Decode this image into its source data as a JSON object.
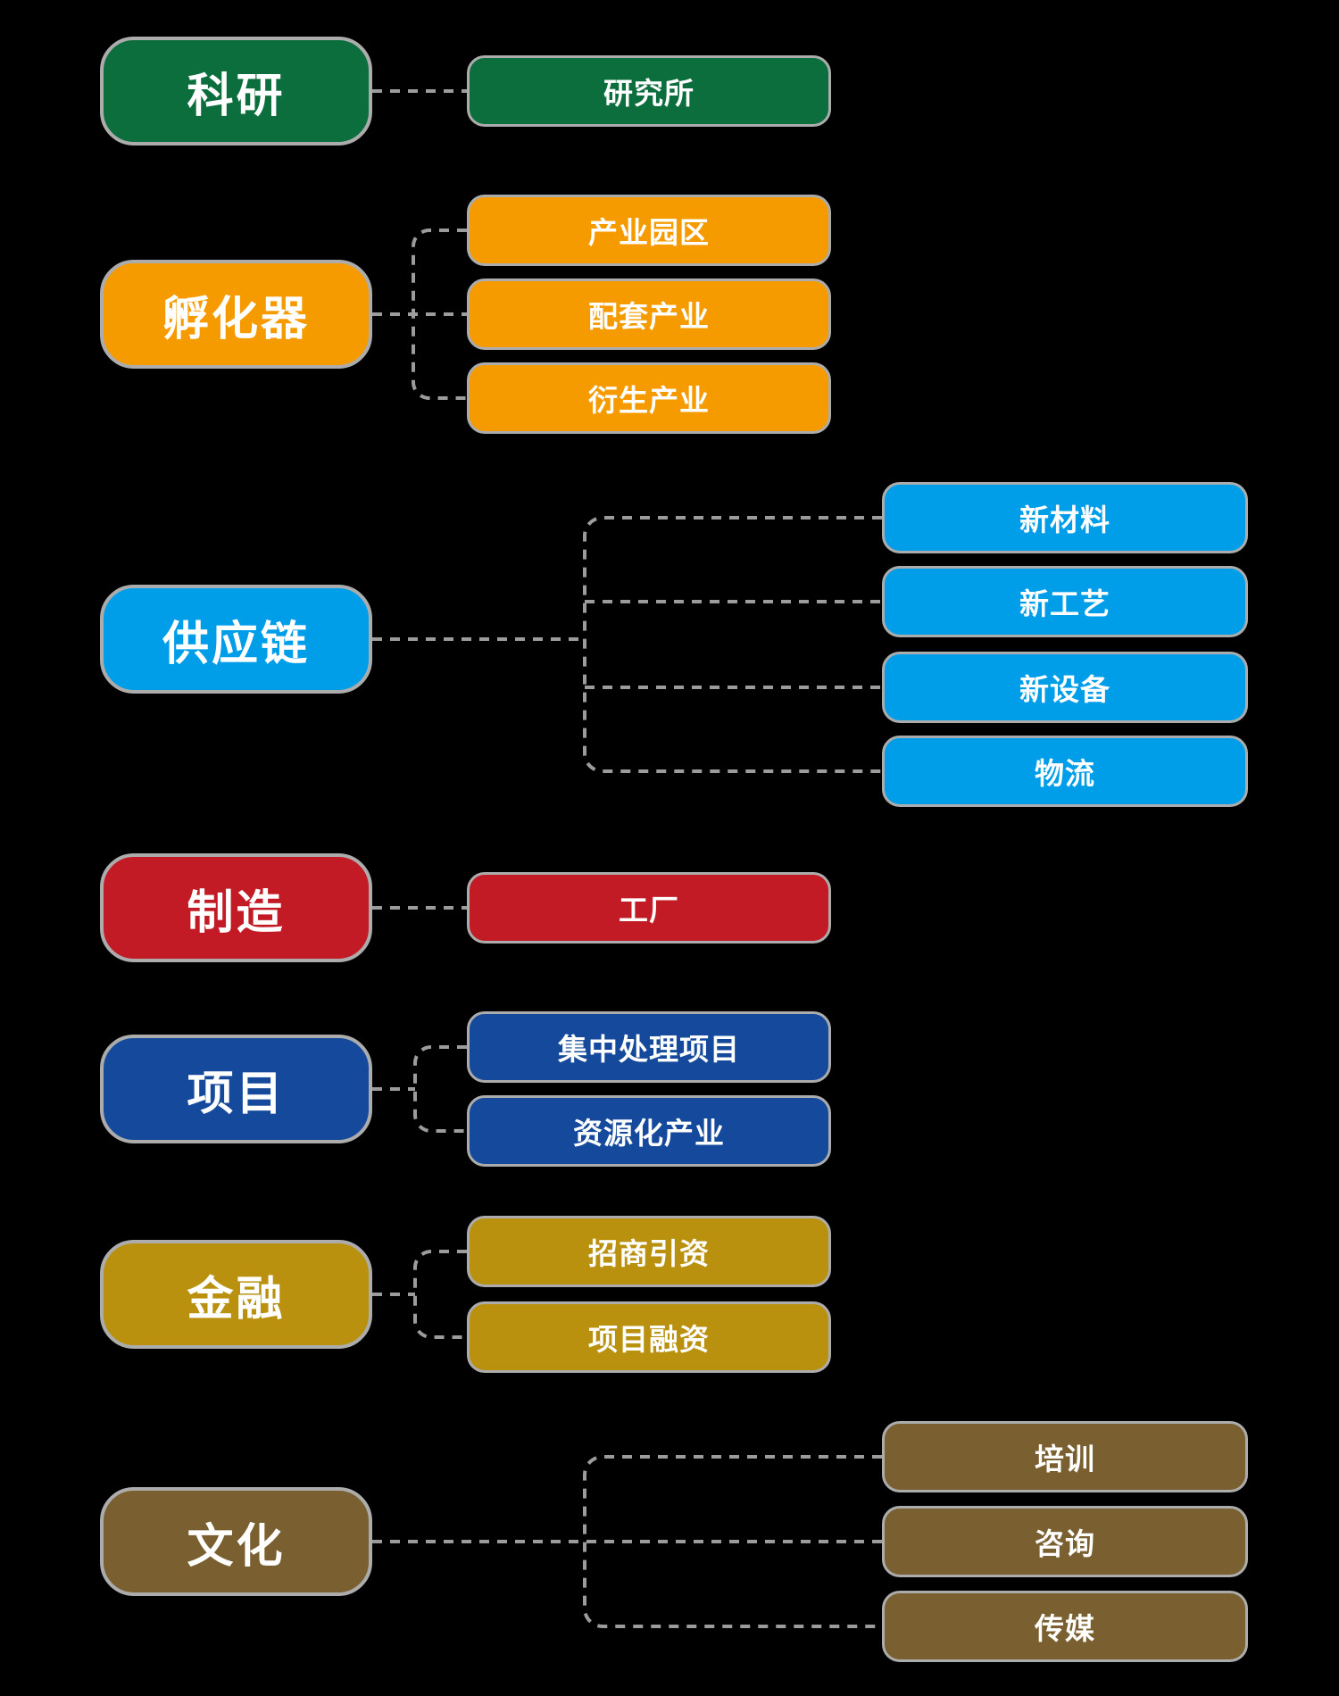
{
  "background_color": "#000000",
  "node_border_color": "#ACACAC",
  "connector": {
    "color": "#9C9C9C",
    "style": "dashed"
  },
  "sections": [
    {
      "label": "科研",
      "color": "#0B6E3C",
      "children": [
        "研究所"
      ]
    },
    {
      "label": "孵化器",
      "color": "#F59B00",
      "children": [
        "产业园区",
        "配套产业",
        "衍生产业"
      ]
    },
    {
      "label": "供应链",
      "color": "#009EE8",
      "children": [
        "新材料",
        "新工艺",
        "新设备",
        "物流"
      ]
    },
    {
      "label": "制造",
      "color": "#C21B25",
      "children": [
        "工厂"
      ]
    },
    {
      "label": "项目",
      "color": "#14499B",
      "children": [
        "集中处理项目",
        "资源化产业"
      ]
    },
    {
      "label": "金融",
      "color": "#B9910F",
      "children": [
        "招商引资",
        "项目融资"
      ]
    },
    {
      "label": "文化",
      "color": "#7A5F30",
      "children": [
        "培训",
        "咨询",
        "传媒"
      ]
    }
  ]
}
